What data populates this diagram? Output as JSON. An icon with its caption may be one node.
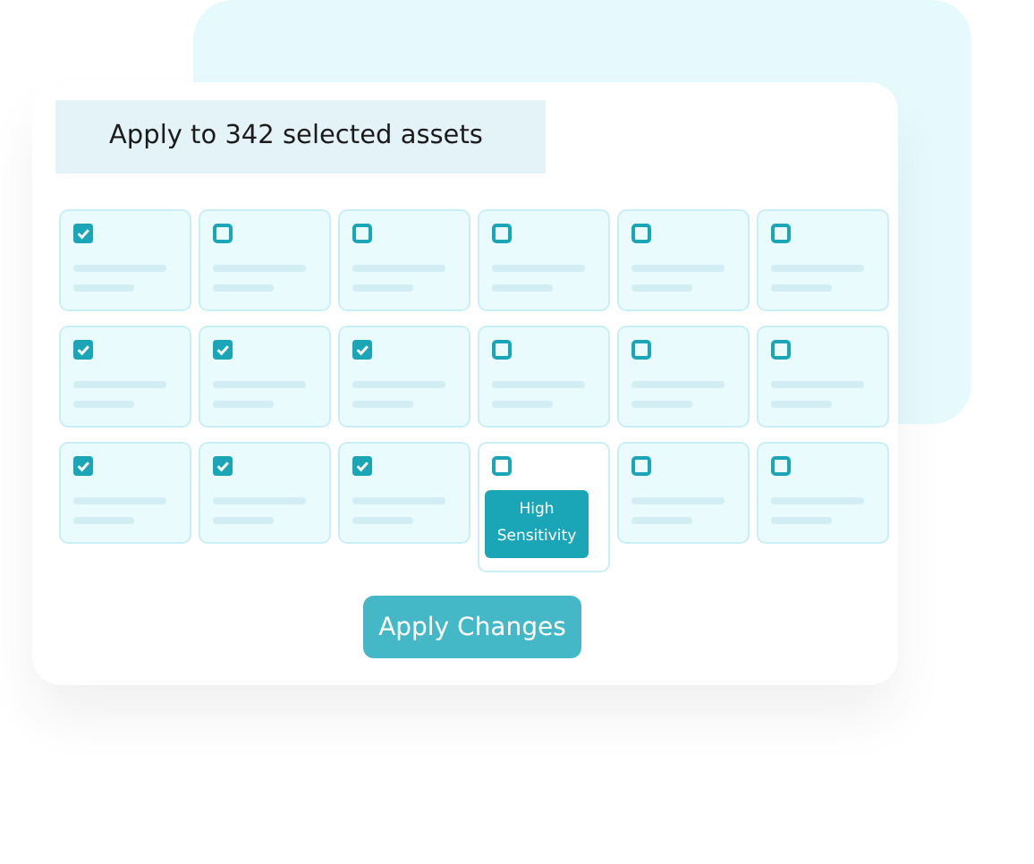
{
  "diagram": {
    "nodes": [
      {
        "text": [
          "Apply to 342 selected assets"
        ]
      },
      {
        "text": [],
        "shape": "box"
      },
      {
        "text": [],
        "shape": "box"
      },
      {
        "text": [],
        "shape": "box"
      },
      {
        "text": [],
        "shape": "box"
      },
      {
        "text": [],
        "shape": "box"
      },
      {
        "text": [],
        "shape": "box"
      },
      {
        "text": [],
        "shape": "box"
      },
      {
        "text": [],
        "shape": "box"
      },
      {
        "text": [],
        "shape": "box"
      },
      {
        "text": [],
        "shape": "box"
      },
      {
        "text": [],
        "shape": "box"
      },
      {
        "text": [],
        "shape": "box"
      },
      {
        "text": [],
        "shape": "box"
      },
      {
        "text": [],
        "shape": "box"
      },
      {
        "text": [],
        "shape": "box"
      },
      {
        "text": [],
        "shape": "box"
      },
      {
        "text": [],
        "shape": "box"
      },
      {
        "text": [],
        "shape": "box"
      },
      {
        "text": [
          "High Sensitivity"
        ],
        "in": 16
      },
      {
        "text": [
          "Apply Changes"
        ]
      }
    ],
    "edges": []
  }
}
